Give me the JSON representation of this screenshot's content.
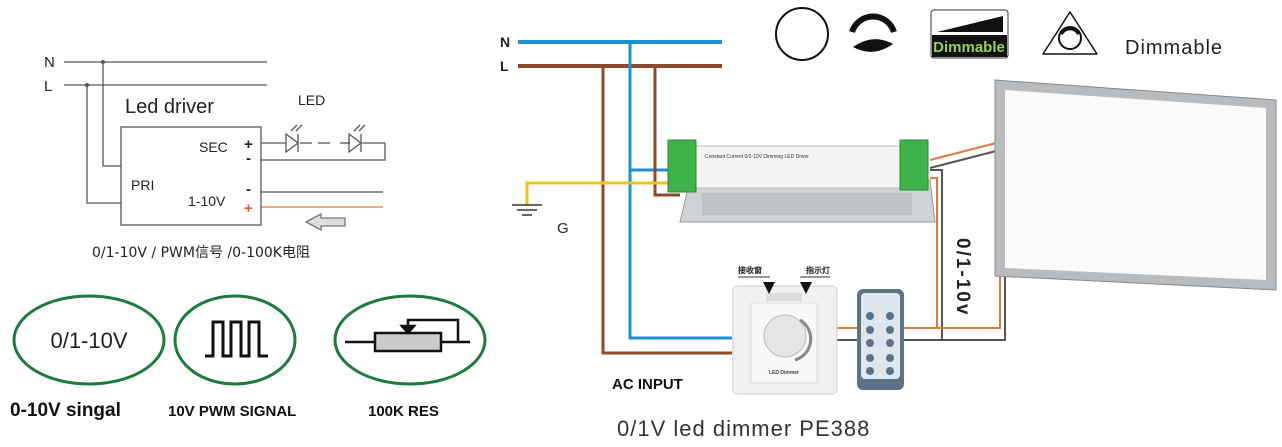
{
  "schematic": {
    "n_label": "N",
    "l_label": "L",
    "driver_title": "Led driver",
    "led_label": "LED",
    "sec_label": "SEC",
    "pri_label": "PRI",
    "dim_label": "1-10V",
    "plus": "+",
    "minus": "-",
    "caption": "0/1-10V / PWM信号 /0-100K电阻"
  },
  "signals": [
    {
      "symbol_text": "0/1-10V",
      "label": "0-10V singal"
    },
    {
      "symbol_text": "",
      "label": "10V PWM SIGNAL"
    },
    {
      "symbol_text": "",
      "label": "100K RES"
    }
  ],
  "icons": {
    "badge_text": "Dimmable",
    "text_label": "Dimmable"
  },
  "wiring": {
    "n_label": "N",
    "l_label": "L",
    "ground_label": "G",
    "ac_input_label": "AC INPUT",
    "signal_label": "0/1-10v",
    "driver_text": "Constant Current 0/1-10V Dimming LED Driver",
    "receiver_label": "接收窗",
    "indicator_label": "指示灯",
    "dimmer_text": "LED Dimmer",
    "caption": "0/1V led dimmer PE388"
  },
  "colors": {
    "neutral_wire": "#1f8fd6",
    "live_wire": "#8b4a2b",
    "ground_wire": "#f2c21b",
    "signal_wire": "#e07a3a",
    "oval_stroke": "#1e7a3c",
    "badge_text": "#9ad24a",
    "terminal_green": "#3fb34a"
  }
}
